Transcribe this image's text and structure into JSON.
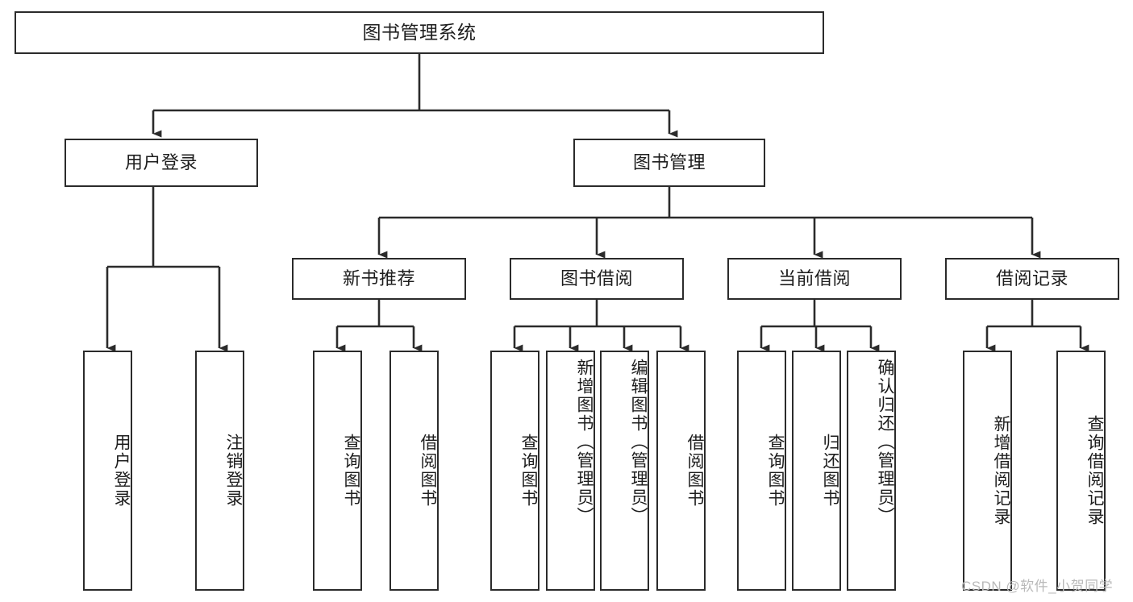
{
  "diagram": {
    "type": "tree",
    "title": "图书管理系统",
    "root": {
      "label": "图书管理系统"
    },
    "level2": [
      {
        "label": "用户登录"
      },
      {
        "label": "图书管理"
      }
    ],
    "level3": [
      {
        "label": "新书推荐"
      },
      {
        "label": "图书借阅"
      },
      {
        "label": "当前借阅"
      },
      {
        "label": "借阅记录"
      }
    ],
    "leaves": {
      "user_login": [
        {
          "label": "用户登录"
        },
        {
          "label": "注销登录"
        }
      ],
      "new_book_recommend": [
        {
          "label": "查询图书"
        },
        {
          "label": "借阅图书"
        }
      ],
      "book_borrow": [
        {
          "label": "查询图书"
        },
        {
          "label": "新增图书（管理员）"
        },
        {
          "label": "编辑图书（管理员）"
        },
        {
          "label": "借阅图书"
        }
      ],
      "current_borrow": [
        {
          "label": "查询图书"
        },
        {
          "label": "归还图书"
        },
        {
          "label": "确认归还（管理员）"
        }
      ],
      "borrow_record": [
        {
          "label": "新增借阅记录"
        },
        {
          "label": "查询借阅记录"
        }
      ]
    }
  },
  "watermark": {
    "text": "CSDN @软件_小贺同学"
  },
  "colors": {
    "box_border": "#2b2b2b",
    "box_fill": "#ffffff",
    "connector": "#2b2b2b",
    "text": "#1d1d1d",
    "watermark": "#b9b9b9"
  }
}
